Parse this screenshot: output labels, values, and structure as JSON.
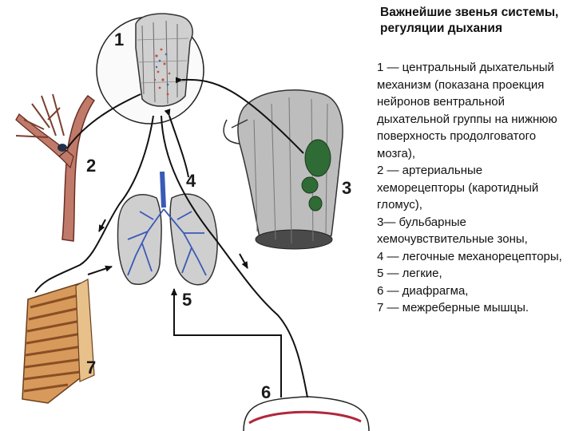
{
  "title": "Важнейшие звенья системы, регуляции дыхания",
  "legend": [
    "1 — центральный дыхательный механизм (показана проекция нейронов вентральной дыхательной группы на нижнюю поверхность продолговатого мозга),",
    " 2 — артериальные хеморецепторы (каротидный гломус),",
    "3— бульбарные хемочувствительные зоны,",
    "4 — легочные механорецепторы,",
    "5 — легкие,",
    "6 — диафрагма,",
    "7 — межреберные мышцы."
  ],
  "figure_numbers": [
    "1",
    "2",
    "3",
    "4",
    "5",
    "6",
    "7"
  ],
  "colors": {
    "chemosensitive_zone": "#2f6b35",
    "lung_bronchi": "#3a5ab8",
    "artery": "#b0685a",
    "ribs": "#c98a48",
    "diaphragm": "#b0283c"
  }
}
